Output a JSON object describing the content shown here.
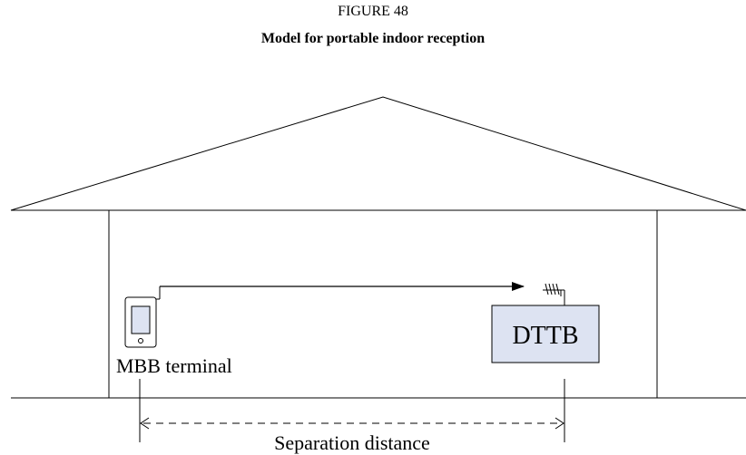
{
  "figure": {
    "number": "FIGURE 48",
    "title": "Model for portable indoor reception"
  },
  "labels": {
    "device_box": "DTTB",
    "terminal": "MBB terminal",
    "distance": "Separation distance"
  },
  "colors": {
    "line": "#000000",
    "device_fill": "#dde3f2",
    "background": "#ffffff"
  }
}
